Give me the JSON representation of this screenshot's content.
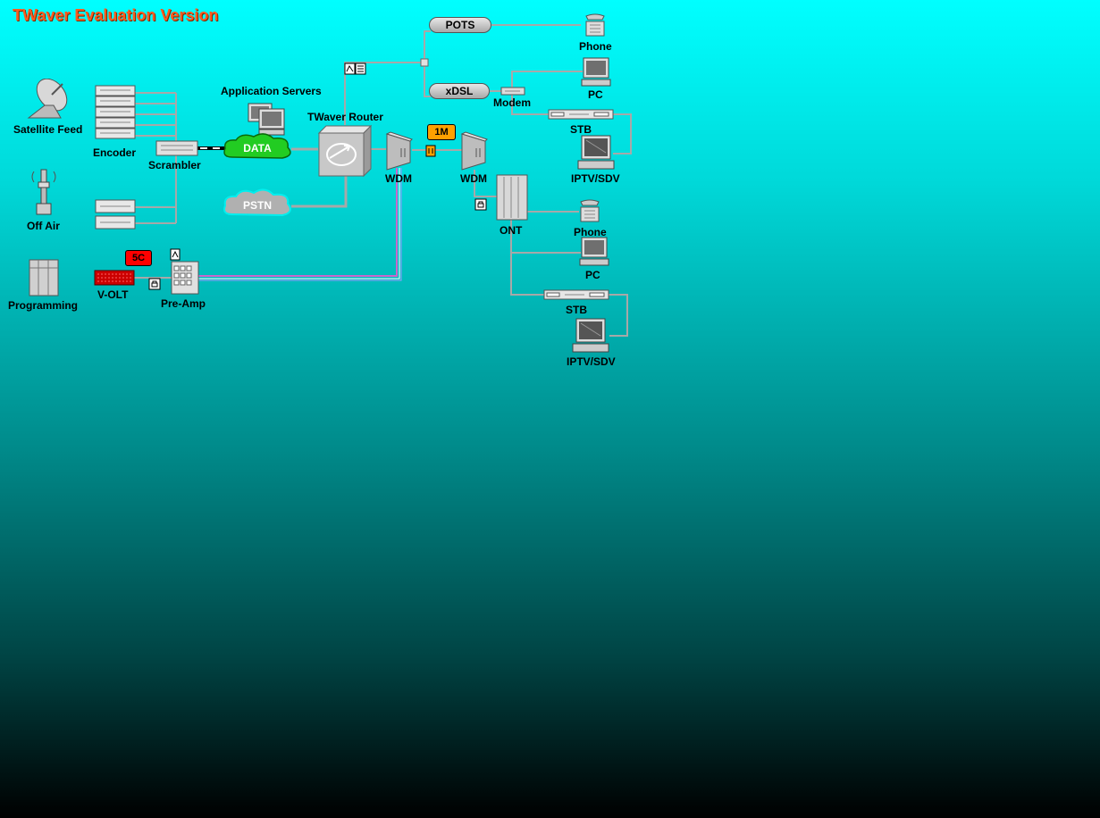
{
  "app": {
    "watermark": "TWaver Evaluation Version"
  },
  "colors": {
    "background_top": "#00ffff",
    "background_bottom": "#000000",
    "title": "#ff5a1e",
    "data_cloud": "#22cc22",
    "pstn_cloud": "#b0b0b0",
    "alarm_major": "#ffa000",
    "alarm_critical": "#ff0000",
    "link": "#b0b0b0",
    "video_link": "#cc66cc"
  },
  "nodes": {
    "satellite_feed": "Satellite Feed",
    "off_air": "Off Air",
    "programming": "Programming",
    "encoder": "Encoder",
    "scrambler": "Scrambler",
    "application_servers": "Application Servers",
    "data_cloud": "DATA",
    "pstn_cloud": "PSTN",
    "router": "TWaver Router",
    "wdm_1": "WDM",
    "wdm_2": "WDM",
    "pots": "POTS",
    "xdsl": "xDSL",
    "phone_1": "Phone",
    "pc_1": "PC",
    "modem": "Modem",
    "stb_1": "STB",
    "iptv_1": "IPTV/SDV",
    "ont": "ONT",
    "phone_2": "Phone",
    "pc_2": "PC",
    "stb_2": "STB",
    "iptv_2": "IPTV/SDV",
    "volt": "V-OLT",
    "preamp": "Pre-Amp"
  },
  "alarms": {
    "wdm_link": {
      "label": "1M",
      "severity": "major"
    },
    "volt": {
      "label": "5C",
      "severity": "critical"
    }
  }
}
